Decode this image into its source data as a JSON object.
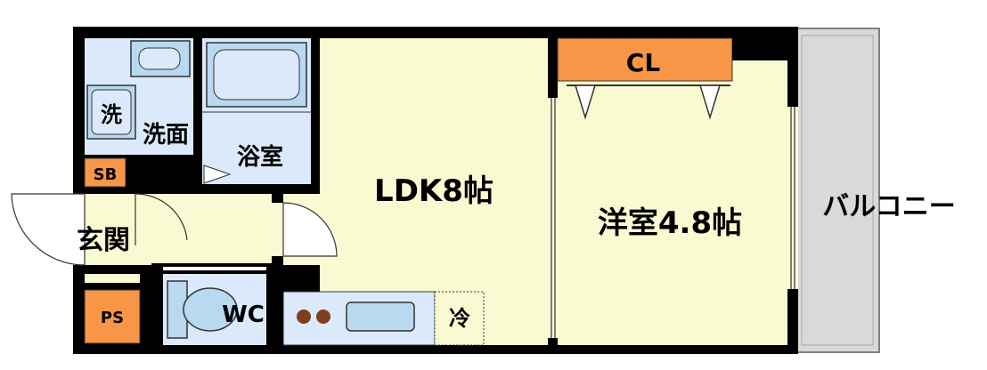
{
  "rooms": {
    "ldk": "LDK8帖",
    "western": "洋室4.8帖",
    "bath": "浴室",
    "washroom": "洗面",
    "washer": "洗",
    "entrance": "玄関",
    "toilet": "WC",
    "fridge": "冷",
    "closet": "CL",
    "shoebox": "SB",
    "pipe_space": "PS",
    "balcony": "バルコニー"
  },
  "colors": {
    "wall": "#000000",
    "floor_yellow": "#fafad2",
    "wet_blue": "#dbe9fa",
    "fixture_blue": "#b9d9f0",
    "storage_orange": "#f79646",
    "balcony_gray": "#d9d9d9",
    "stove_brown": "#7f3f1f"
  }
}
